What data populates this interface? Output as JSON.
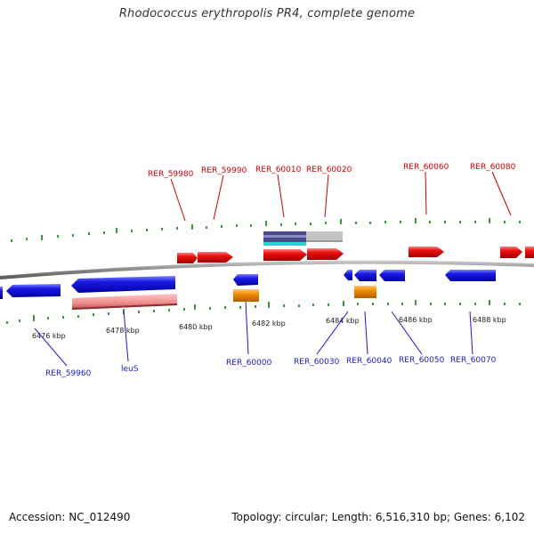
{
  "title": "Rhodococcus erythropolis PR4, complete genome",
  "footer": {
    "accession": "Accession: NC_012490",
    "summary": "Topology: circular; Length: 6,516,310 bp; Genes: 6,102"
  },
  "colors": {
    "forward_gene": "#e60000",
    "reverse_gene": "#1a1ae6",
    "rna": "#f08c00",
    "top_label": "#cc0000",
    "bottom_label": "#1a1acc",
    "tick": "#2a8a2a",
    "backbone": "#888888",
    "pseudo": "#f4a0a0",
    "domain_dark": "#4a4a8a",
    "domain_cyan": "#2ecfd6",
    "domain_gray": "#bbbbbb"
  },
  "scale_labels": [
    "6476 kbp",
    "6478 kbp",
    "6480 kbp",
    "6482 kbp",
    "6484 kbp",
    "6486 kbp",
    "6488 kbp"
  ],
  "top_genes": [
    "RER_59980",
    "RER_59990",
    "RER_60010",
    "RER_60020",
    "RER_60060",
    "RER_60080"
  ],
  "bottom_genes": [
    "RER_59960",
    "leuS",
    "RER_60000",
    "RER_60030",
    "RER_60040",
    "RER_60050",
    "RER_60070"
  ]
}
